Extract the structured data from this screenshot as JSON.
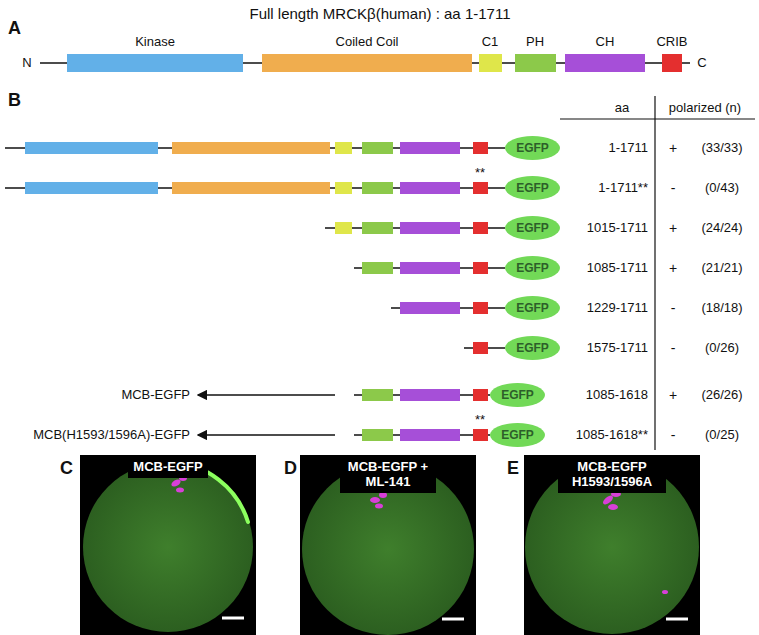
{
  "diagram": {
    "title": "Full length MRCKβ(human) : aa 1-1711",
    "nodes": [
      {
        "text": [
          "EGFP"
        ]
      },
      {
        "text": [
          "EGFP"
        ]
      },
      {
        "text": [
          "EGFP"
        ]
      },
      {
        "text": [
          "EGFP"
        ]
      },
      {
        "text": [
          "EGFP"
        ]
      },
      {
        "text": [
          "EGFP"
        ]
      },
      {
        "text": [
          "EGFP"
        ]
      },
      {
        "text": [
          "EGFP"
        ]
      },
      {
        "text": [
          "MCB-EGFP"
        ]
      },
      {
        "text": [
          "MCB-EGFP + ML-141"
        ]
      },
      {
        "text": [
          "MCB-EGFP H1593/1596A"
        ]
      }
    ],
    "labels": [
      "A",
      "Kinase",
      "Coiled Coil",
      "C1",
      "PH",
      "CH",
      "CRIB",
      "N",
      "C",
      "B",
      "aa",
      "polarized (n)",
      "1-1711",
      "+",
      "(33/33)",
      "**",
      "1-1711**",
      "-",
      "(0/43)",
      "1015-1711",
      "+",
      "(24/24)",
      "1085-1711",
      "+",
      "(21/21)",
      "1229-1711",
      "-",
      "(18/18)",
      "1575-1711",
      "-",
      "(0/26)",
      "MCB-EGFP",
      "1085-1618",
      "+",
      "(26/26)",
      "MCB(H1593/1596A)-EGFP",
      "**",
      "1085-1618**",
      "-",
      "(0/25)",
      "C",
      "D",
      "E"
    ]
  }
}
